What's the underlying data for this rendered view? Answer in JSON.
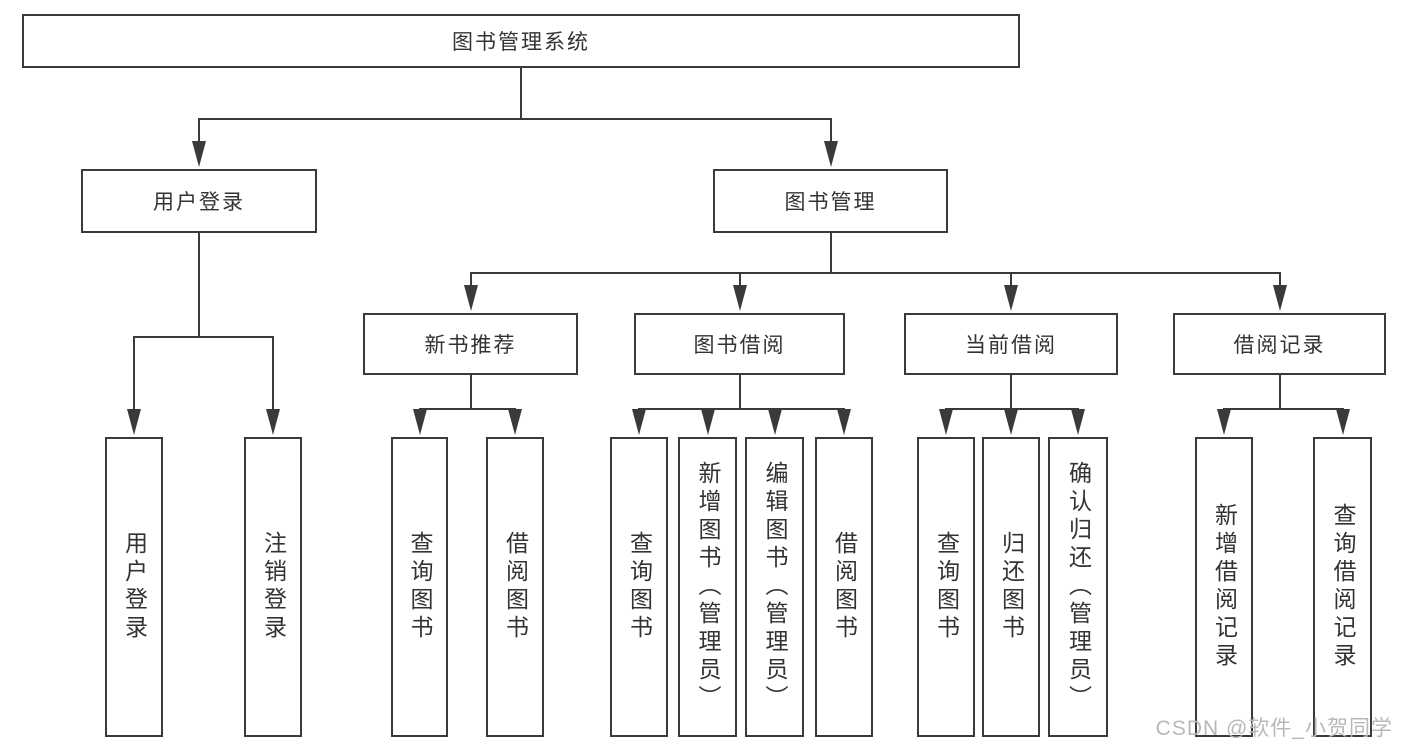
{
  "title": "图书管理系统",
  "watermark": "CSDN @软件_小贺同学",
  "colors": {
    "line": "#3a3a3a",
    "text": "#333333",
    "box_bg": "#ffffff",
    "watermark": "#b8b8b8"
  },
  "nodes": [
    {
      "id": "root",
      "label": "图书管理系统",
      "parent": null
    },
    {
      "id": "user-login",
      "label": "用户登录",
      "parent": "root"
    },
    {
      "id": "book-mgmt",
      "label": "图书管理",
      "parent": "root"
    },
    {
      "id": "new-book-rec",
      "label": "新书推荐",
      "parent": "book-mgmt"
    },
    {
      "id": "book-borrow",
      "label": "图书借阅",
      "parent": "book-mgmt"
    },
    {
      "id": "current-borrow",
      "label": "当前借阅",
      "parent": "book-mgmt"
    },
    {
      "id": "borrow-records",
      "label": "借阅记录",
      "parent": "book-mgmt"
    },
    {
      "id": "leaf-user-login",
      "label": "用户登录",
      "parent": "user-login"
    },
    {
      "id": "leaf-logout",
      "label": "注销登录",
      "parent": "user-login"
    },
    {
      "id": "leaf-query-book-1",
      "label": "查询图书",
      "parent": "new-book-rec"
    },
    {
      "id": "leaf-borrow-book-1",
      "label": "借阅图书",
      "parent": "new-book-rec"
    },
    {
      "id": "leaf-query-book-2",
      "label": "查询图书",
      "parent": "book-borrow"
    },
    {
      "id": "leaf-add-book",
      "label": "新增图书（管理员）",
      "parent": "book-borrow"
    },
    {
      "id": "leaf-edit-book",
      "label": "编辑图书（管理员）",
      "parent": "book-borrow"
    },
    {
      "id": "leaf-borrow-book-2",
      "label": "借阅图书",
      "parent": "book-borrow"
    },
    {
      "id": "leaf-query-book-3",
      "label": "查询图书",
      "parent": "current-borrow"
    },
    {
      "id": "leaf-return-book",
      "label": "归还图书",
      "parent": "current-borrow"
    },
    {
      "id": "leaf-confirm-return",
      "label": "确认归还（管理员）",
      "parent": "current-borrow"
    },
    {
      "id": "leaf-add-borrow-record",
      "label": "新增借阅记录",
      "parent": "borrow-records"
    },
    {
      "id": "leaf-query-borrow-record",
      "label": "查询借阅记录",
      "parent": "borrow-records"
    }
  ]
}
